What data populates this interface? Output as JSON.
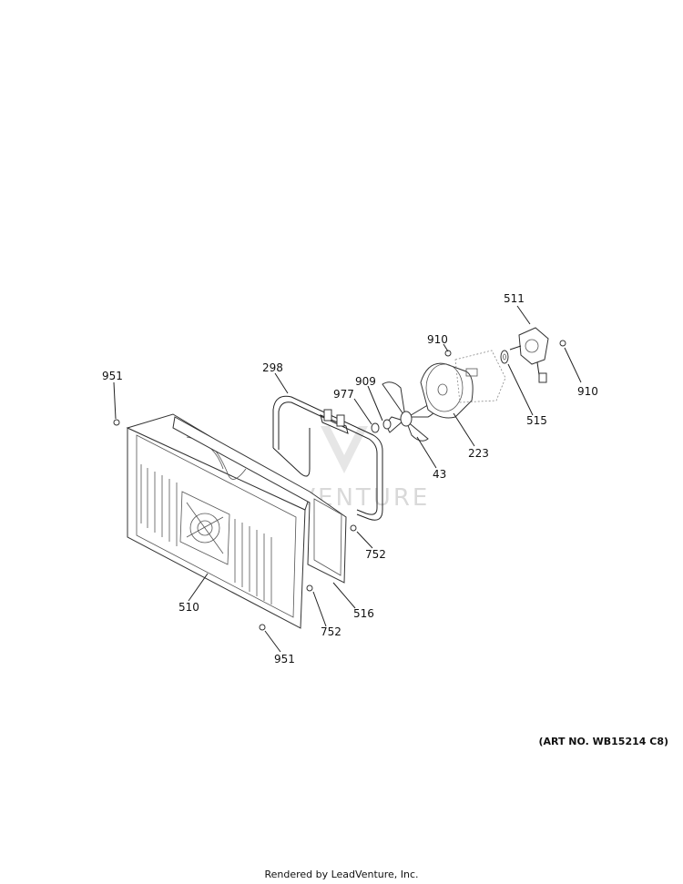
{
  "callouts": {
    "c511": "511",
    "c910a": "910",
    "c910b": "910",
    "c298": "298",
    "c909": "909",
    "c977": "977",
    "c951a": "951",
    "c515": "515",
    "c223": "223",
    "c43": "43",
    "c752a": "752",
    "c510": "510",
    "c516": "516",
    "c752b": "752",
    "c951b": "951"
  },
  "art_number": "(ART NO. WB15214 C8)",
  "footer": "Rendered by LeadVenture, Inc.",
  "watermark": "LEADVENTURE",
  "colors": {
    "line": "#222222",
    "watermark": "#d9d9d9"
  }
}
